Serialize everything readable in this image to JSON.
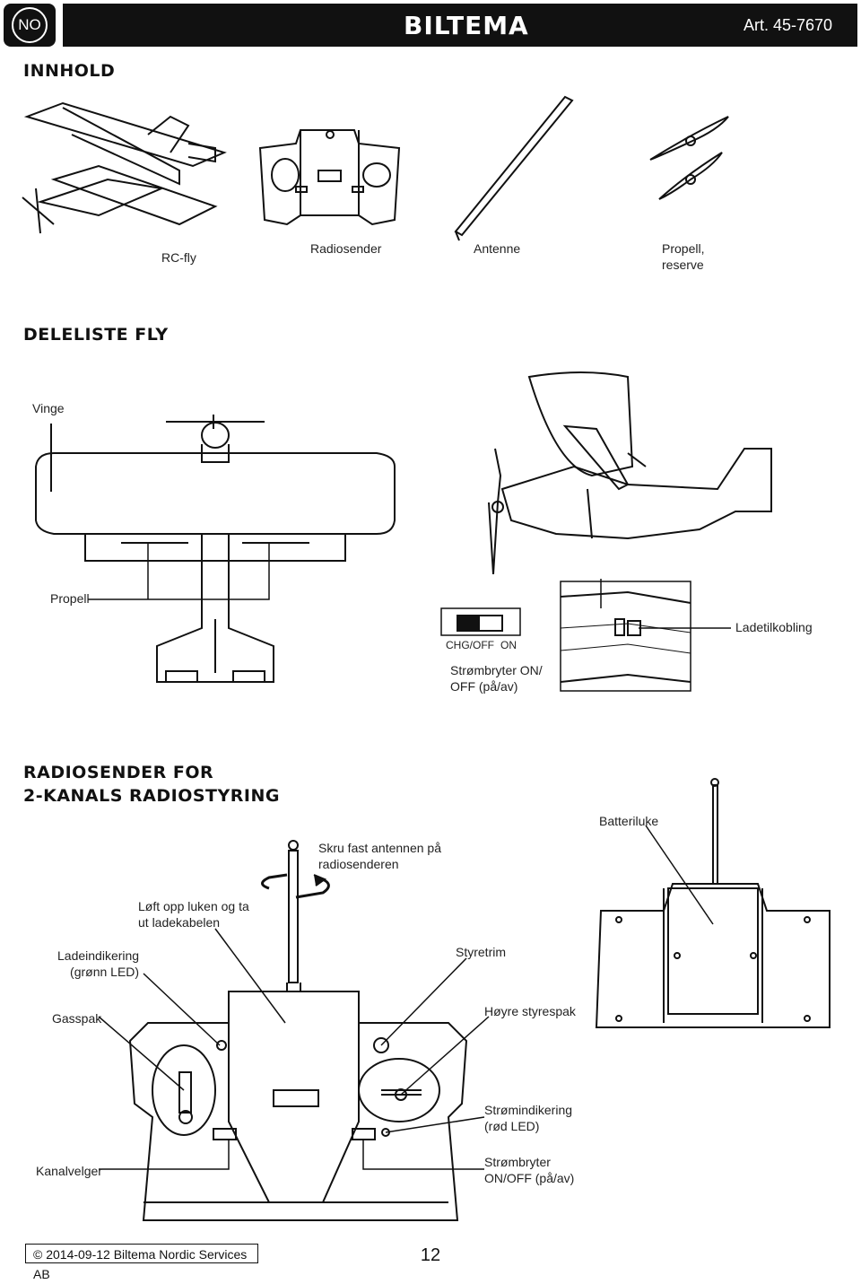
{
  "header": {
    "lang_badge": "NO",
    "brand": "BILTEMA",
    "article": "Art. 45-7670"
  },
  "contents": {
    "heading": "INNHOLD",
    "items": [
      {
        "label": "RC-fly"
      },
      {
        "label": "Radiosender"
      },
      {
        "label": "Antenne"
      },
      {
        "label": "Propell,\nreserve"
      }
    ]
  },
  "parts_plane": {
    "heading": "DELELISTE FLY",
    "wing": "Vinge",
    "propeller": "Propell",
    "switch_off": "CHG/OFF",
    "switch_on": "ON",
    "power_switch": "Strømbryter ON/\nOFF (på/av)",
    "charge_port": "Ladetilkobling"
  },
  "transmitter": {
    "heading_line1": "RADIOSENDER FOR",
    "heading_line2": "2-KANALS RADIOSTYRING",
    "battery_hatch": "Batteriluke",
    "antenna_note": "Skru fast antennen på\nradiosenderen",
    "lift_hatch": "Løft opp luken og ta\nut ladekabelen",
    "charge_led": "Ladeindikering\n(grønn LED)",
    "steering_trim": "Styretrim",
    "throttle": "Gasspak",
    "right_stick": "Høyre styrespak",
    "power_led": "Strømindikering\n(rød LED)",
    "channel_selector": "Kanalvelger",
    "power_switch": "Strømbryter\nON/OFF (på/av)"
  },
  "footer": {
    "copyright": "© 2014-09-12 Biltema Nordic Services AB",
    "page": "12"
  },
  "icons": [
    "airplane-icon",
    "transmitter-icon",
    "antenna-icon",
    "propeller-icon",
    "rotate-arrow-icon"
  ]
}
